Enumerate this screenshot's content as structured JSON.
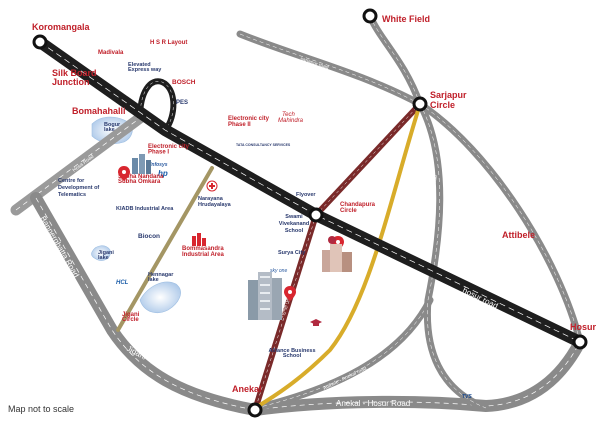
{
  "nodes": {
    "koramangala": "Koromangala",
    "whitefield": "White Field",
    "sarjapur_circle": "Sarjapur\nCircle",
    "hosur": "Hosur",
    "anekal": "Anekal",
    "attibele": "Attibele",
    "silk_board": "Silk Board\nJunction",
    "bomahahalli": "Bomahahalli"
  },
  "areas": {
    "madivala": "Madivala",
    "hsr_layout": "H S R Layout",
    "elevated_expressway": "Elevated\nExpress way",
    "bosch": "BOSCH",
    "pes": "PES",
    "bogur_lake": "Bogur\nlake",
    "electronic_city_2": "Electronic city\nPhase II",
    "tech_mahindra": "Tech\nMahindra",
    "tata": "TATA CONSULTANCY SERVICES",
    "electronic_city_1": "Electronic city\nPhase I",
    "infosys": "Infosys",
    "hp": "hp",
    "subha_nandana": "Subha Nandana\nSubha Omkara",
    "kiadb": "KIADB Industrial Area",
    "centre_telematics": "Centre for\nDevelopment of\nTelematics",
    "narayana": "Narayana\nHrudayalaya",
    "flyover": "Flyover",
    "chandapura": "Chandapura\nCircle",
    "swami_school": "Swami\nVivekanand\nSchool",
    "surya_city": "Surya City",
    "biocon": "Biocon",
    "bommasandra": "Bommasandra\nIndustrial Area",
    "jigani_lake": "Jigani\nlake",
    "hcl": "HCL",
    "hennagar_lake": "Hennagar\nlake",
    "jigani_circle": "Jigani\nCircle",
    "sky_one": "sky one",
    "alliance": "Alliance Business\nSchool",
    "tvs": "TVS"
  },
  "roads": {
    "hosur_road_upper": "hosur road",
    "hosur_road_lower": "hosur road",
    "hosa_road": "Hosa Road",
    "sarjapur_road": "sarjapur road",
    "bannerghatta_road": "Bannerghatta Road",
    "jigani_anekal_road": "Jigani - Anekal road",
    "anekal_hosur_road": "Anekal - Hosur Road",
    "attibele_sarjapur_road": "Attibele - Sarjapur road",
    "attibele_anekal_road": "Attibele - Anekal road",
    "anekal_road": "Anekal road"
  },
  "note": "Map not to scale",
  "colors": {
    "road_gray": "#8a8a8a",
    "road_black": "#1e1e1e",
    "road_maroon": "#7a2a2a",
    "road_gold": "#d8ac2a",
    "road_olive": "#9a8e5a",
    "lake": "#a9c6e8",
    "label_red": "#c0202a"
  },
  "icons": [
    "location-pin-icon",
    "hospital-icon",
    "school-icon",
    "building-icon"
  ]
}
